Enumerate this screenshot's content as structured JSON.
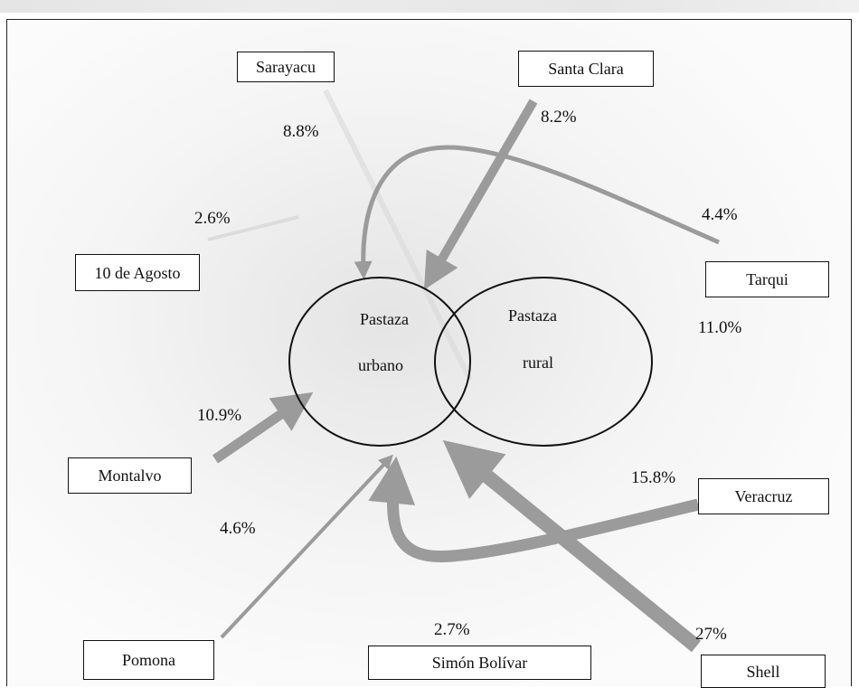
{
  "diagram": {
    "places": {
      "sarayacu": "Sarayacu",
      "santa_clara": "Santa Clara",
      "diez_de_agosto": "10 de Agosto",
      "tarqui": "Tarqui",
      "montalvo": "Montalvo",
      "veracruz": "Veracruz",
      "pomona": "Pomona",
      "simon_bolivar": "Simón Bolívar",
      "shell": "Shell"
    },
    "centers": {
      "urbano": {
        "line1": "Pastaza",
        "line2": "urbano"
      },
      "rural": {
        "line1": "Pastaza",
        "line2": "rural"
      }
    },
    "percentages": {
      "sarayacu": "8.8%",
      "santa_clara": "8.2%",
      "diez_de_agosto": "2.6%",
      "tarqui": "4.4%",
      "tarqui_right": "11.0%",
      "montalvo": "10.9%",
      "pomona": "4.6%",
      "veracruz": "15.8%",
      "simon_bolivar": "2.7%",
      "shell": "27%"
    },
    "colors": {
      "arrow": "#9b9b9b",
      "ink": "#111111"
    }
  }
}
